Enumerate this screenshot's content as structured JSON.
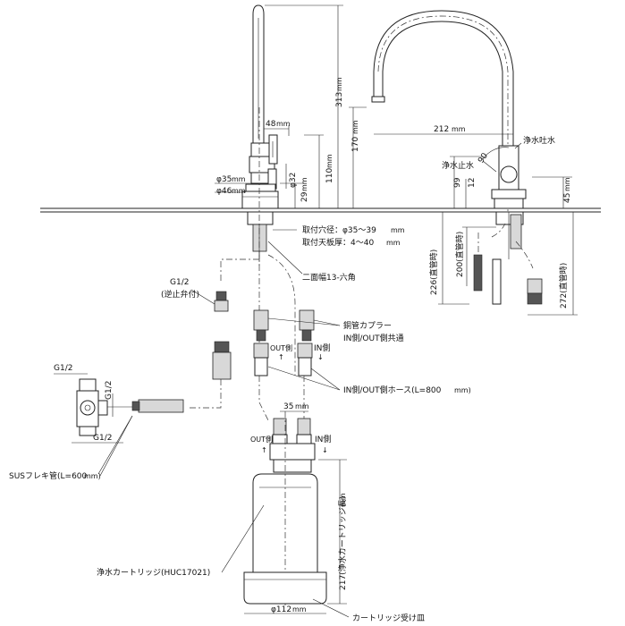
{
  "labels": {
    "d_48": "48",
    "d_35": "φ35",
    "d_46": "φ46",
    "d_32": "φ32",
    "d_29": "29",
    "d_110": "110",
    "d_170": "170",
    "d_313": "313",
    "d_212": "212",
    "d_99": "99",
    "d_12": "12",
    "d_45": "45",
    "d_90": "90",
    "jousui_toshi": "浄水吐水",
    "jousui_shisui": "浄水止水",
    "toritsuke_ana": "取付穴径：φ35～39",
    "toritsuke_ita": "取付天板厚：4～40",
    "nimen": "二面幅13-六角",
    "g12_a": "G1/2",
    "gyakushi": "(逆止弁付)",
    "coupler": "銅管カプラー",
    "inout_kyoutsu": "IN側/OUT側共通",
    "out_side_1": "OUT側",
    "in_side_1": "IN側",
    "hose": "IN側/OUT側ホース(L=800",
    "d_35b": "35",
    "out_side_2": "OUT側",
    "in_side_2": "IN側",
    "g12_b": "G1/2",
    "g12_c": "G1/2",
    "g12_d": "G1/2",
    "sus": "SUSフレキ管(L=600",
    "cartridge": "浄水カートリッジ(HUC17021)",
    "d_217": "217(浄水カートリッジ長)",
    "d_112": "φ112",
    "ukezara": "カートリッジ受け皿",
    "d_226": "226(直管時)",
    "d_200": "200(直管時)",
    "d_272": "272(直管時)"
  },
  "unit": "mm"
}
